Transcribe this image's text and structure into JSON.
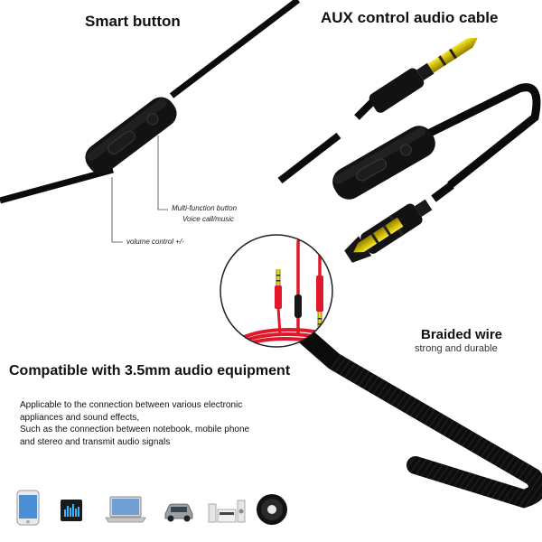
{
  "labels": {
    "smart_button": "Smart button",
    "aux_cable": "AUX control audio cable",
    "multi_function": "Multi-function button",
    "voice_call": "Voice call/music",
    "volume_control": "volume control +/-",
    "braided_wire": "Braided wire",
    "strong_durable": "strong and durable",
    "compatible": "Compatible with 3.5mm audio equipment"
  },
  "description": {
    "line1": "Applicable to the connection between various electronic",
    "line2": "appliances and sound effects,",
    "line3": "Such as the connection between notebook, mobile phone",
    "line4": "and stereo and transmit audio signals"
  },
  "devices": [
    {
      "icon": "smartphone-icon"
    },
    {
      "icon": "media-player-icon"
    },
    {
      "icon": "laptop-icon"
    },
    {
      "icon": "car-icon"
    },
    {
      "icon": "stereo-speaker-icon"
    },
    {
      "icon": "round-speaker-icon"
    }
  ],
  "colors": {
    "cable": "#111111",
    "plug_gold": "#d9c400",
    "red_cable": "#e0192a",
    "inset_border": "#222222"
  }
}
